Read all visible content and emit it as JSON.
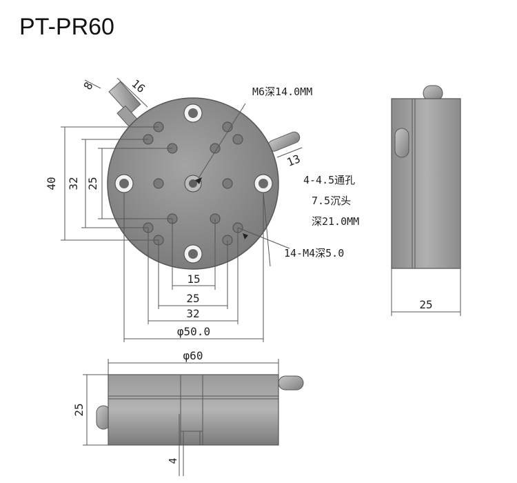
{
  "title": "PT-PR60",
  "annotations": {
    "m6_depth": "M6深14.0MM",
    "thru_hole_l1": "4-4.5通孔",
    "thru_hole_l2": "7.5沉头",
    "thru_hole_l3": "深21.0MM",
    "m4_holes": "14-M4深5.0"
  },
  "dimensions": {
    "knob_width": "8",
    "knob_length": "16",
    "pin_length": "13",
    "h40": "40",
    "h32": "32",
    "h25": "25",
    "w15": "15",
    "w25": "25",
    "w32": "32",
    "dia50": "φ50.0",
    "dia60": "φ60",
    "side_height": "25",
    "right_width": "25",
    "slot_depth": "4"
  },
  "colors": {
    "body": "#8e8e8e",
    "body_light": "#b2b2b2",
    "body_dark": "#6c6c6c",
    "line": "#555555",
    "text": "#222222"
  }
}
